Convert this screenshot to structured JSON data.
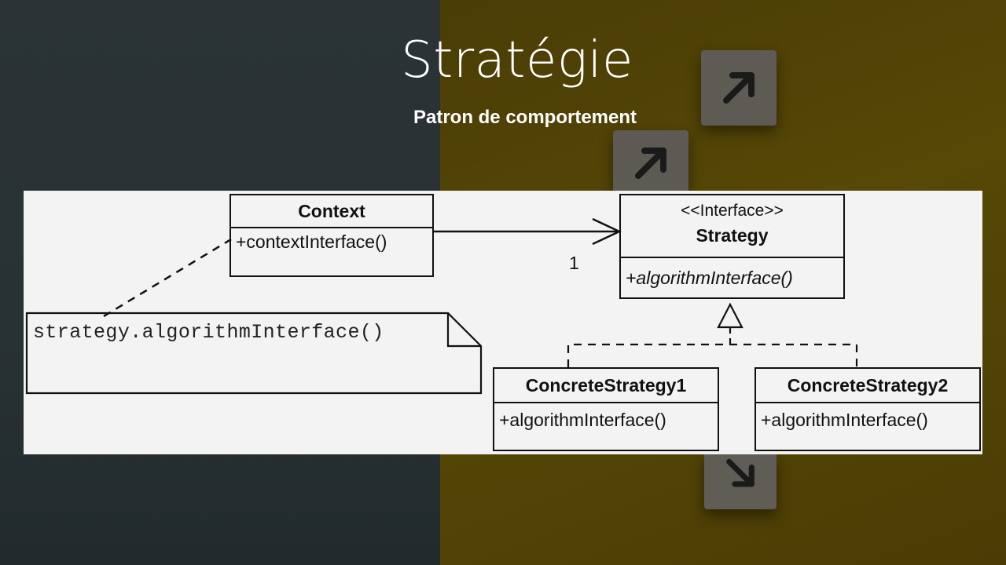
{
  "slide": {
    "title": "Stratégie",
    "subtitle": "Patron de comportement"
  },
  "diagram": {
    "context": {
      "name": "Context",
      "method": "+contextInterface()"
    },
    "strategy": {
      "stereotype": "<<Interface>>",
      "name": "Strategy",
      "method": "+algorithmInterface()"
    },
    "concrete1": {
      "name": "ConcreteStrategy1",
      "method": "+algorithmInterface()"
    },
    "concrete2": {
      "name": "ConcreteStrategy2",
      "method": "+algorithmInterface()"
    },
    "multiplicity": "1",
    "note": "strategy.algorithmInterface()"
  },
  "colors": {
    "left_bg": "#283134",
    "right_bg": "#574806",
    "panel_bg": "#f3f3f3"
  },
  "icons": [
    "arrow-up-right-cube-icon",
    "arrow-down-right-cube-icon"
  ]
}
